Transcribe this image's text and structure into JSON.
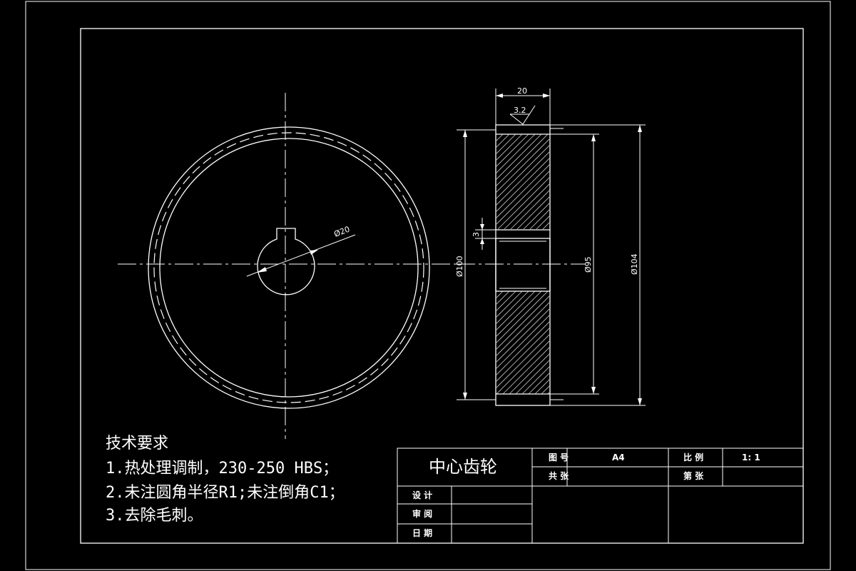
{
  "technical_requirements": {
    "heading": "技术要求",
    "items": [
      "1.热处理调制，230-250 HBS；",
      "2.未注圆角半径R1;未注倒角C1；",
      "3.去除毛刺。"
    ]
  },
  "title_block": {
    "part_name": "中心齿轮",
    "drawing_no_label": "图 号",
    "drawing_no_value": "A4",
    "scale_label": "比 例",
    "scale_value": "1: 1",
    "total_sheets_label": "共 张",
    "sheet_label": "第 张",
    "designer_label": "设 计",
    "reviewer_label": "审 阅",
    "date_label": "日 期"
  },
  "dimensions": {
    "bore_diameter": "Ø20",
    "keyway_depth": "3",
    "width": "20",
    "roughness": "3.2",
    "diameter_100": "Ø100",
    "diameter_95": "Ø95",
    "diameter_104": "Ø104"
  }
}
